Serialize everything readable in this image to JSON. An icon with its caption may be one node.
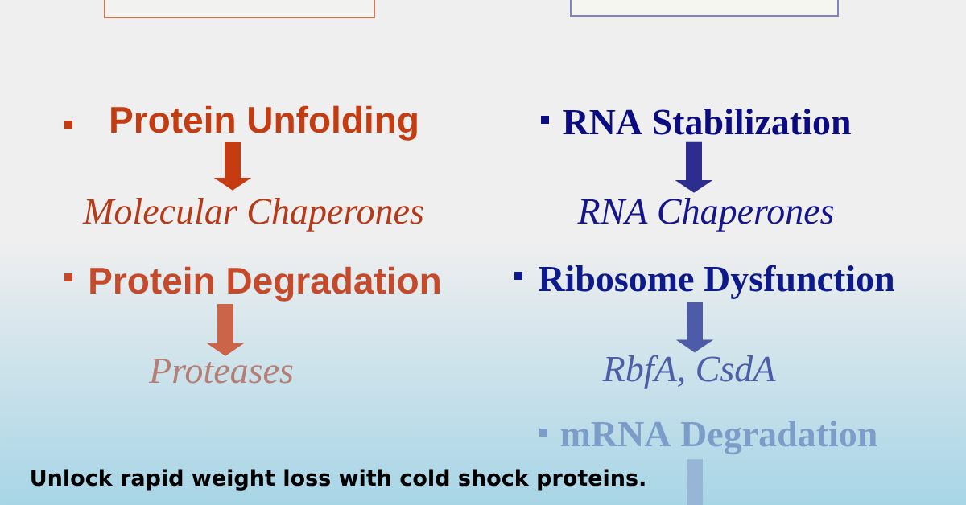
{
  "diagram": {
    "caption": "Unlock rapid weight loss with cold shock proteins.",
    "nodes": [
      {
        "text": [],
        "shape": "box"
      },
      {
        "text": [],
        "shape": "box"
      },
      {
        "text": [
          "Protein Unfolding"
        ]
      },
      {
        "text": [
          "Molecular Chaperones"
        ]
      },
      {
        "text": [
          "Protein Degradation"
        ]
      },
      {
        "text": [
          "Proteases"
        ]
      },
      {
        "text": [
          "RNA Stabilization"
        ]
      },
      {
        "text": [
          "RNA Chaperones"
        ]
      },
      {
        "text": [
          "Ribosome Dysfunction"
        ]
      },
      {
        "text": [
          "RbfA, CsdA"
        ]
      },
      {
        "text": [
          "mRNA Degradation"
        ]
      }
    ],
    "edges": [
      {
        "from": 2,
        "to": 3,
        "arrow": "to",
        "color": "#c53c12"
      },
      {
        "from": 4,
        "to": 5,
        "arrow": "to",
        "color": "#cc644a"
      },
      {
        "from": 6,
        "to": 7,
        "arrow": "to",
        "color": "#2d2d90"
      },
      {
        "from": 8,
        "to": 9,
        "arrow": "to",
        "color": "#4d5ba8"
      },
      {
        "from": 10,
        "to": null,
        "arrow": "none",
        "color": "#97b5d5"
      }
    ]
  }
}
